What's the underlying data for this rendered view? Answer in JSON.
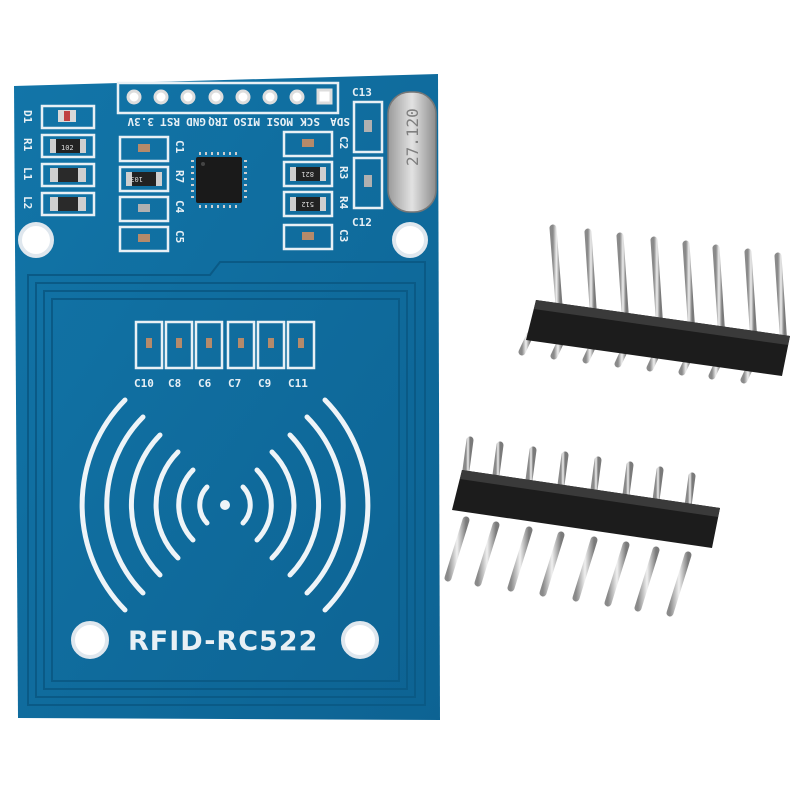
{
  "product": {
    "board_label": "RFID-RC522",
    "pin_labels": [
      "SDA",
      "SCK",
      "MOSI",
      "MISO",
      "IRQ",
      "GND",
      "RST",
      "3.3V"
    ],
    "component_labels": {
      "left": [
        "D1",
        "R1",
        "L1",
        "L2"
      ],
      "center_left": [
        "C1",
        "R7",
        "C4",
        "C5"
      ],
      "center_right": [
        "C2",
        "R3",
        "R4",
        "C3"
      ],
      "crystal_side": [
        "C13",
        "C12"
      ],
      "antenna_caps": [
        "C10",
        "C8",
        "C6",
        "C7",
        "C9",
        "C11"
      ]
    },
    "resistor_codes": [
      "102",
      "103",
      "821",
      "512"
    ],
    "crystal_marking": "27.120",
    "colors": {
      "pcb": "#0f6b9c",
      "silkscreen": "#e8f0f5",
      "header_plastic": "#1c1c1c",
      "pin_metal": "#c8c8c8"
    }
  }
}
